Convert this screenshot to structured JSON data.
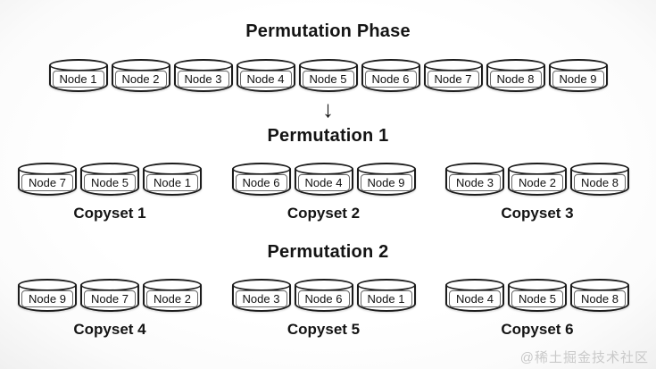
{
  "permutation_phase": {
    "title": "Permutation Phase",
    "arrow": "↓",
    "nodes": [
      "Node 1",
      "Node 2",
      "Node 3",
      "Node 4",
      "Node 5",
      "Node 6",
      "Node 7",
      "Node 8",
      "Node 9"
    ]
  },
  "permutation1": {
    "title": "Permutation 1",
    "copysets": [
      {
        "label": "Copyset 1",
        "nodes": [
          "Node 7",
          "Node 5",
          "Node 1"
        ]
      },
      {
        "label": "Copyset 2",
        "nodes": [
          "Node 6",
          "Node 4",
          "Node 9"
        ]
      },
      {
        "label": "Copyset 3",
        "nodes": [
          "Node 3",
          "Node 2",
          "Node 8"
        ]
      }
    ]
  },
  "permutation2": {
    "title": "Permutation 2",
    "copysets": [
      {
        "label": "Copyset 4",
        "nodes": [
          "Node 9",
          "Node 7",
          "Node 2"
        ]
      },
      {
        "label": "Copyset 5",
        "nodes": [
          "Node 3",
          "Node 6",
          "Node 1"
        ]
      },
      {
        "label": "Copyset 6",
        "nodes": [
          "Node 4",
          "Node 5",
          "Node 8"
        ]
      }
    ]
  },
  "page": {
    "watermark": "@稀土掘金技术社区"
  },
  "colors": {
    "stroke": "#1c1c1c",
    "background": "#ffffff",
    "watermark": "#c9c9c9"
  }
}
